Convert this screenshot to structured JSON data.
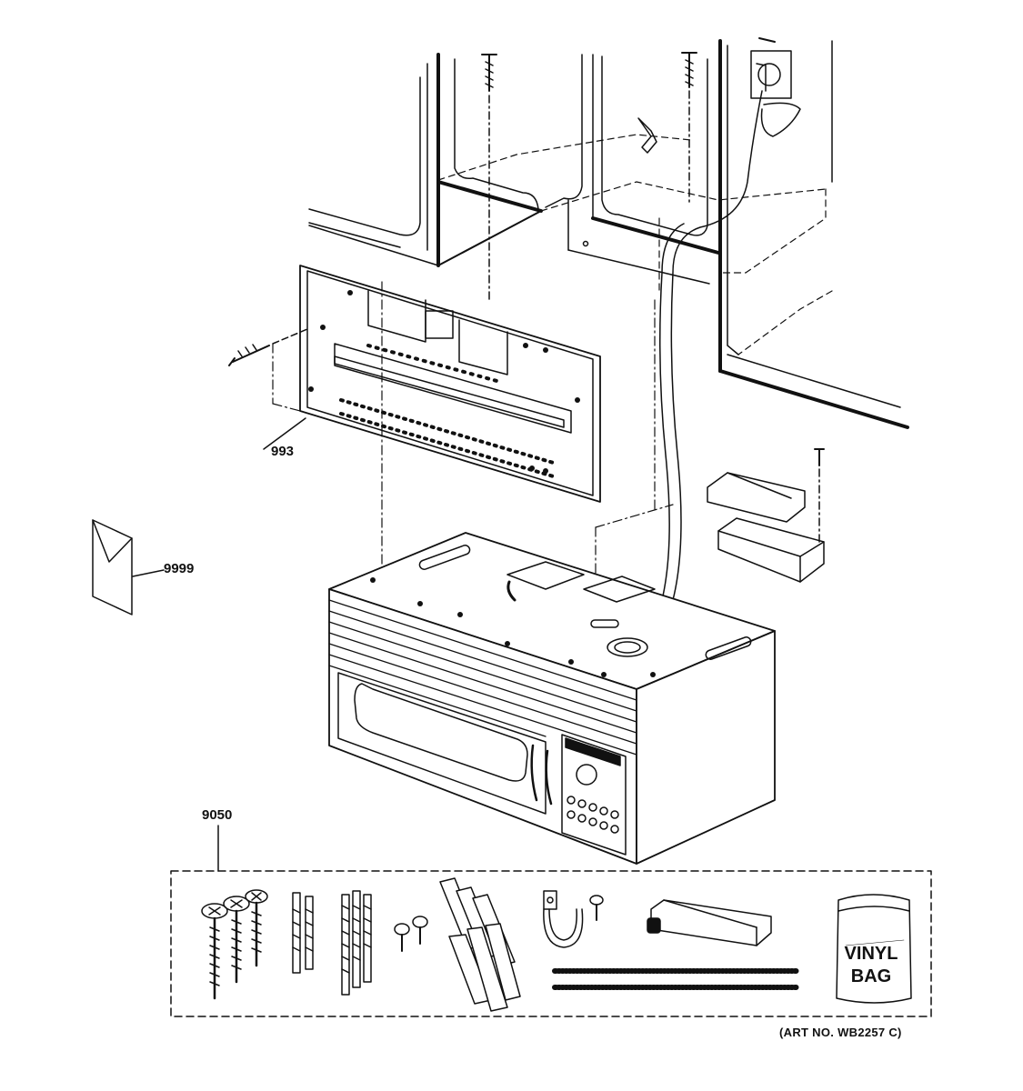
{
  "diagram": {
    "callouts": {
      "mounting_plate": "993",
      "instructions_envelope": "9999",
      "hardware_kit": "9050"
    },
    "bag_label_line1": "VINYL",
    "bag_label_line2": "BAG",
    "art_number": "(ART NO. WB2257 C)"
  },
  "colors": {
    "line": "#111111",
    "fill": "#ffffff",
    "shade": "#d9d9d9"
  }
}
